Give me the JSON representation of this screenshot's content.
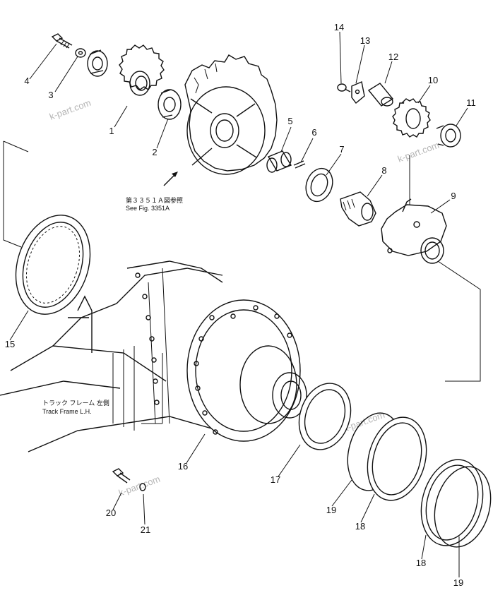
{
  "parts": [
    {
      "id": "p1",
      "label": "1"
    },
    {
      "id": "p2",
      "label": "2"
    },
    {
      "id": "p3",
      "label": "3"
    },
    {
      "id": "p4",
      "label": "4"
    },
    {
      "id": "p5",
      "label": "5"
    },
    {
      "id": "p6",
      "label": "6"
    },
    {
      "id": "p7",
      "label": "7"
    },
    {
      "id": "p8",
      "label": "8"
    },
    {
      "id": "p9",
      "label": "9"
    },
    {
      "id": "p10",
      "label": "10"
    },
    {
      "id": "p11",
      "label": "11"
    },
    {
      "id": "p12",
      "label": "12"
    },
    {
      "id": "p13",
      "label": "13"
    },
    {
      "id": "p14",
      "label": "14"
    },
    {
      "id": "p15",
      "label": "15"
    },
    {
      "id": "p16",
      "label": "16"
    },
    {
      "id": "p17",
      "label": "17"
    },
    {
      "id": "p18a",
      "label": "18"
    },
    {
      "id": "p18b",
      "label": "18"
    },
    {
      "id": "p19a",
      "label": "19"
    },
    {
      "id": "p19b",
      "label": "19"
    },
    {
      "id": "p20",
      "label": "20"
    },
    {
      "id": "p21",
      "label": "21"
    }
  ],
  "notes": {
    "see_fig_jp": "第３３５１Ａ図参照",
    "see_fig_en": "See Fig. 3351A",
    "frame_jp": "トラック フレーム 左側",
    "frame_en": "Track Frame L.H."
  },
  "watermark": "k-part.com"
}
